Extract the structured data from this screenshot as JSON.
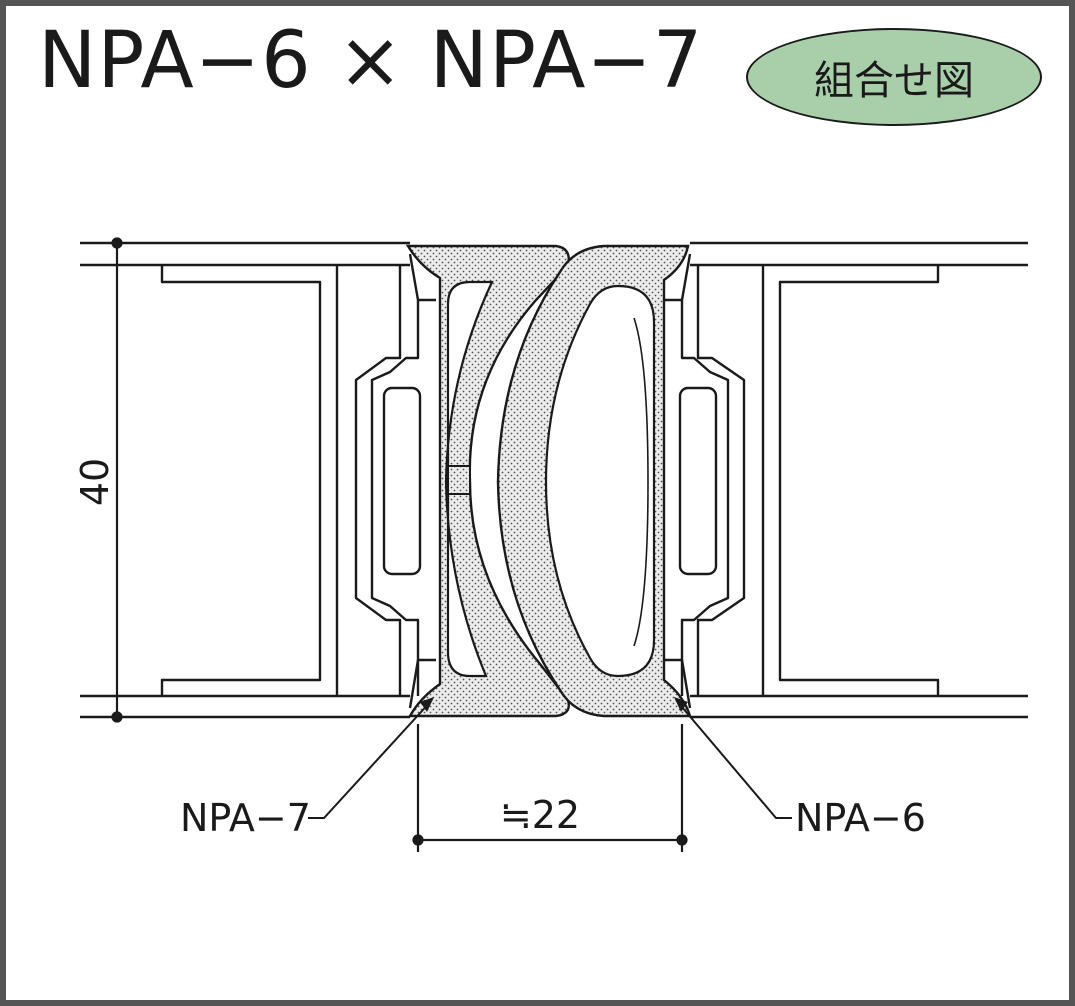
{
  "title": "NPA−6 × NPA−7",
  "badge": {
    "label": "組合せ図",
    "fill": "#a9ceaa"
  },
  "dimensions": {
    "height_label": "40",
    "gap_label": "≒22"
  },
  "callouts": {
    "left": "NPA−7",
    "right": "NPA−6"
  },
  "colors": {
    "ink": "#1a1a1a",
    "frame": "#555555",
    "gasket_fill": "#e6e6e6"
  }
}
